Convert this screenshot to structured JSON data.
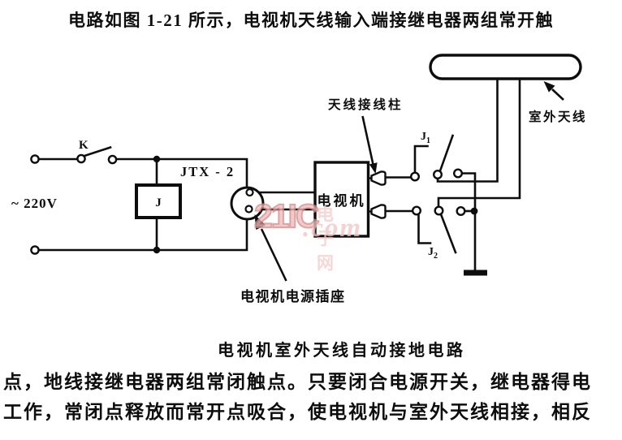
{
  "texts": {
    "top_line": "电路如图 1-21 所示，电视机天线输入端接继电器两组常开触",
    "caption": "电视机室外天线自动接地电路",
    "body_line1": "点，地线接继电器两组常闭触点。只要闭合电源开关，继电器得电",
    "body_line2": "工作，常闭点释放而常开点吸合，使电视机与室外天线相接，相反"
  },
  "diagram": {
    "voltage": "~ 220V",
    "switch_label": "K",
    "relay_model": "JTX - 2",
    "relay_label": "J",
    "tv_label": "电视机",
    "antenna_post_label": "天线接线柱",
    "outdoor_antenna_label": "室外天线",
    "contact1": {
      "base": "J",
      "sub": "1"
    },
    "contact2": {
      "base": "J",
      "sub": "2"
    },
    "socket_label": "电视机电源插座"
  },
  "watermark": {
    "brand": "21IC",
    "domain_cn": "电子网",
    "suffix": ".com",
    "color_main": "#f0bcbc",
    "color_outline": "#d68b8b",
    "color_soft": "#f2c6c6"
  },
  "colors": {
    "ink": "#0d0d0d",
    "background": "#ffffff"
  }
}
